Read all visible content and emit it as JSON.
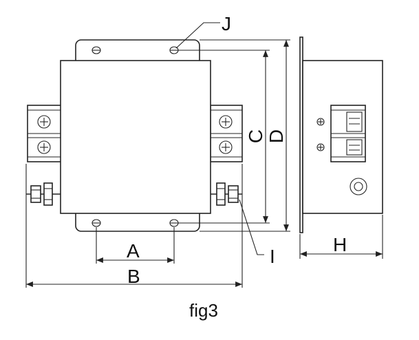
{
  "labels": {
    "a": "A",
    "b": "B",
    "c": "C",
    "d": "D",
    "h": "H",
    "i": "I",
    "j": "J"
  },
  "caption": "fig3",
  "colors": {
    "line": "#222222",
    "background": "#ffffff"
  },
  "icons": [
    "screw-terminal-icon",
    "mounting-hole-icon",
    "ground-stud-icon",
    "arrow-icon"
  ]
}
